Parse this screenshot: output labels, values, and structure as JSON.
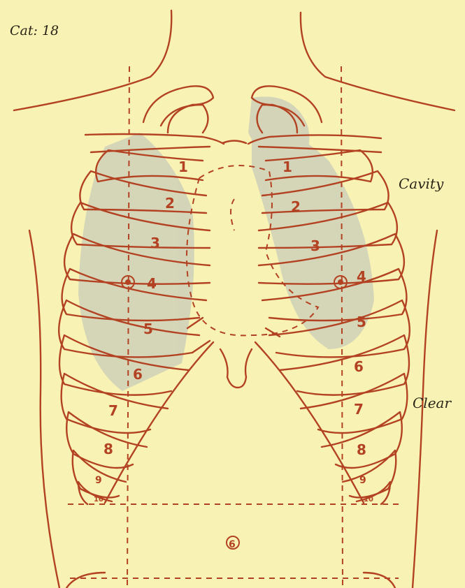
{
  "header_note": "Cat: 18",
  "notes": {
    "upper": "Cavity",
    "lower": "Clear"
  },
  "rib_numbers": [
    "1",
    "2",
    "3",
    "4",
    "5",
    "6",
    "7",
    "8",
    "9",
    "10"
  ],
  "navel_label": "6",
  "colors": {
    "paper": "#f8f3b4",
    "ink": "#b34222",
    "pencil": "#5a6fc8",
    "handwriting": "#2a2418"
  }
}
